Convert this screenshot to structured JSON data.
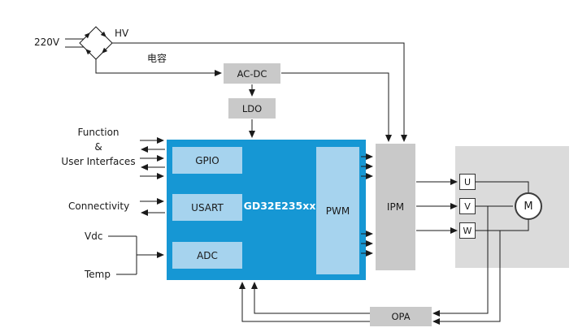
{
  "power": {
    "mains_label": "220V",
    "hv_label": "HV",
    "capacitor_label": "电容",
    "acdc_label": "AC-DC",
    "ldo_label": "LDO"
  },
  "mcu": {
    "name": "GD32E235xx",
    "gpio_label": "GPIO",
    "usart_label": "USART",
    "adc_label": "ADC",
    "pwm_label": "PWM"
  },
  "io": {
    "function_label": "Function",
    "ampersand": "&",
    "user_interfaces_label": "User Interfaces",
    "connectivity_label": "Connectivity",
    "vdc_label": "Vdc",
    "temp_label": "Temp"
  },
  "drive": {
    "ipm_label": "IPM",
    "phase_u_label": "U",
    "phase_v_label": "V",
    "phase_w_label": "W",
    "motor_label": "M",
    "opa_label": "OPA"
  },
  "colors": {
    "mcu_blue": "#1697D4",
    "peripheral_blue": "#A6D3EE",
    "block_gray": "#C9C9C9",
    "panel_gray": "#DBDBDB",
    "wire_black": "#1A1A1A"
  }
}
